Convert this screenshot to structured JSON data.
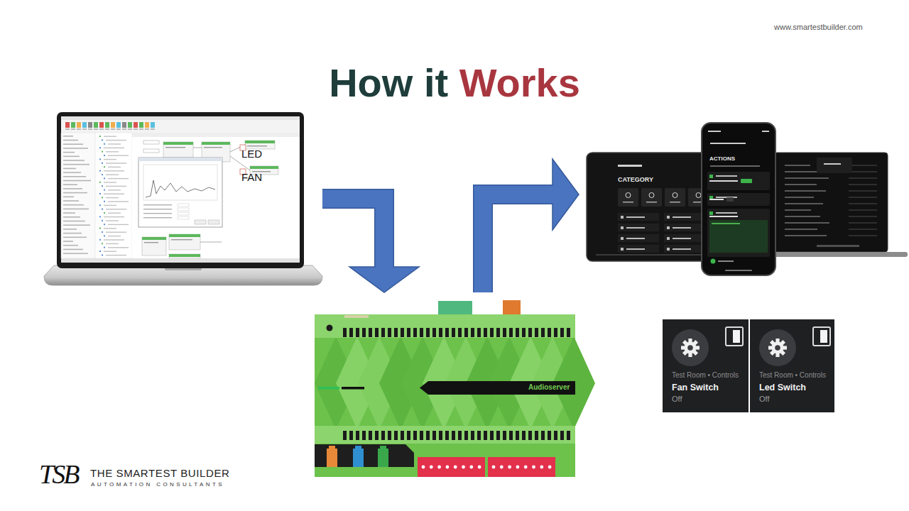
{
  "diagram": {
    "title": "How it Works",
    "nodes": [
      {
        "text": [
          "LED",
          "FAN"
        ]
      },
      {
        "text": [
          "Audioserver"
        ]
      },
      {
        "text": [
          "CATEGORY",
          "ACTIONS"
        ]
      },
      {
        "text": [
          "Test Room • Controls",
          "Fan Switch",
          "Off"
        ]
      },
      {
        "text": [
          "Test Room • Controls",
          "Led Switch",
          "Off"
        ]
      }
    ],
    "edges": [
      {
        "from": 0,
        "to": 1,
        "arrow": "to"
      },
      {
        "from": 1,
        "to": 2,
        "arrow": "to"
      }
    ],
    "labels": [
      "www.smartestbuilder.com",
      "TSB",
      "THE SMARTEST BUILDER",
      "AUTOMATION CONSULTANTS"
    ]
  }
}
